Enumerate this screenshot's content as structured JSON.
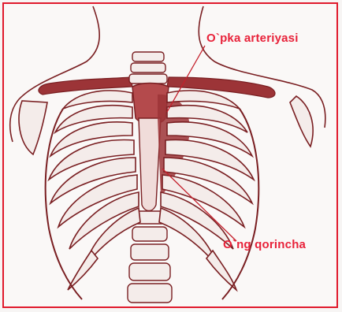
{
  "labels": {
    "pulmonary_artery": "O`pka arteriyasi",
    "right_ventricle": "O`ng qorincha"
  },
  "colors": {
    "frame": "#e01a2c",
    "label": "#e8223a",
    "outline": "#7a1f22",
    "fill_dark": "#9c3437",
    "bone": "#f4ecea",
    "leader": "#c4202c"
  },
  "icons": [
    "rib-cage-illustration"
  ]
}
